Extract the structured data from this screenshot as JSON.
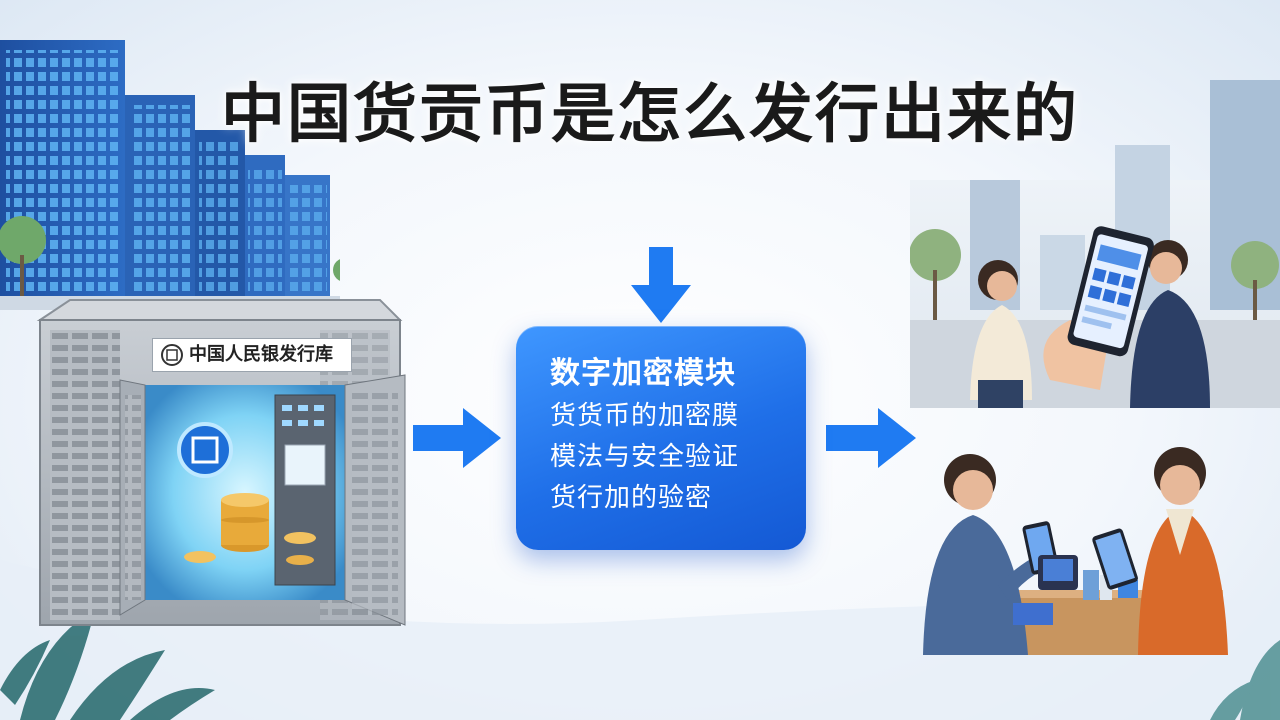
{
  "title": "中国货贡币是怎么发行出来的",
  "vault": {
    "label": "中国人民银发行库"
  },
  "center_box": {
    "heading": "数字加密模块",
    "lines": [
      "货货币的加密膜",
      "模法与安全验证",
      "货行加的验密"
    ]
  },
  "colors": {
    "accent_blue": "#1f6fe8",
    "arrow_blue": "#1f7bf2",
    "title_text": "#1a1a1a"
  }
}
